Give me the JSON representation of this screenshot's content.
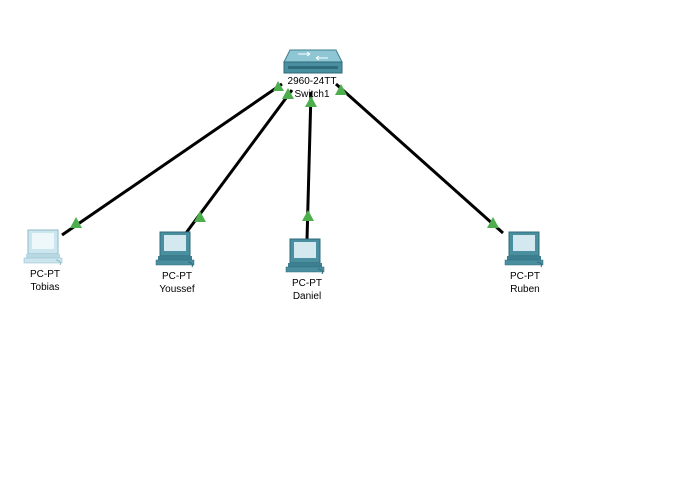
{
  "topology": {
    "switch": {
      "model": "2960-24TT",
      "name": "Switch1",
      "icon": "switch-icon"
    },
    "pcs": [
      {
        "type": "PC-PT",
        "name": "Tobias",
        "icon": "pc-icon",
        "state": "highlighted"
      },
      {
        "type": "PC-PT",
        "name": "Youssef",
        "icon": "pc-icon",
        "state": "normal"
      },
      {
        "type": "PC-PT",
        "name": "Daniel",
        "icon": "pc-icon",
        "state": "normal"
      },
      {
        "type": "PC-PT",
        "name": "Ruben",
        "icon": "pc-icon",
        "state": "normal"
      }
    ],
    "links": [
      {
        "from": "Switch1",
        "to": "Tobias",
        "status": "up"
      },
      {
        "from": "Switch1",
        "to": "Youssef",
        "status": "up"
      },
      {
        "from": "Switch1",
        "to": "Daniel",
        "status": "up"
      },
      {
        "from": "Switch1",
        "to": "Ruben",
        "status": "up"
      }
    ],
    "colors": {
      "link": "#000000",
      "link_up_indicator": "#4cae4c",
      "device_body": "#4a8fa0",
      "device_screen": "#d3e9ef",
      "device_highlight_body": "#a8d2dc"
    }
  }
}
